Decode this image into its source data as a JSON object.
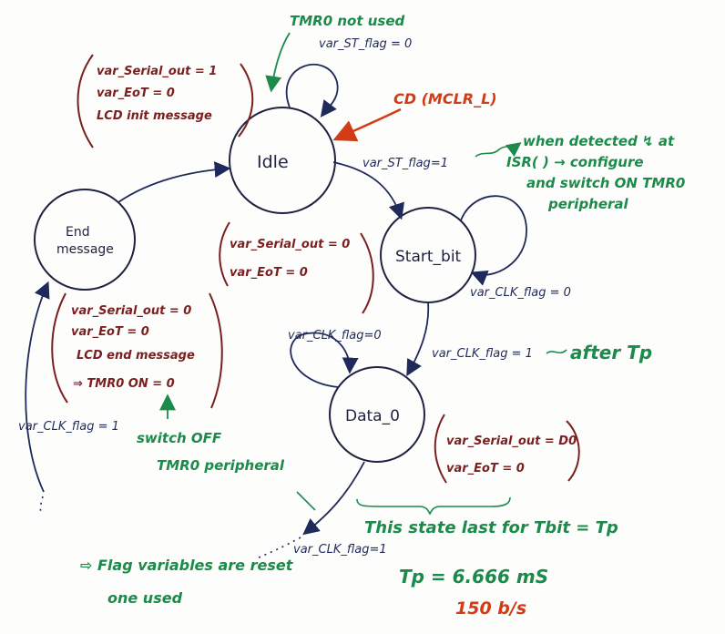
{
  "colors": {
    "ink_navy": "#1f2a5a",
    "ink_maroon": "#7a1f1f",
    "ink_green": "#1c8a4a",
    "ink_red": "#d23b16"
  },
  "states": {
    "idle": "Idle",
    "start_bit": "Start_bit",
    "data_0": "Data_0",
    "end_message_1": "End",
    "end_message_2": "message"
  },
  "transitions": {
    "idle_self": "var_ST_flag = 0",
    "idle_to_start": "var_ST_flag=1",
    "start_self": "var_CLK_flag = 0",
    "start_to_data": "var_CLK_flag = 1",
    "data_self": "var_CLK_flag=0",
    "data_out": "var_CLK_flag=1",
    "to_end": "var_CLK_flag = 1"
  },
  "outputs": {
    "idle": [
      "var_Serial_out = 1",
      "var_EoT = 0",
      "LCD init message"
    ],
    "start_bit": [
      "var_Serial_out = 0",
      "var_EoT = 0"
    ],
    "end_message": [
      "var_Serial_out = 0",
      "var_EoT = 0",
      "LCD end message",
      "⇒ TMR0 ON = 0"
    ],
    "data_0": [
      "var_Serial_out = D0",
      "var_EoT = 0"
    ]
  },
  "notes": {
    "tmr0_not_used": "TMR0 not used",
    "cd": "CD (MCLR_L)",
    "isr_1": "when detected ↯ at",
    "isr_2": "ISR( ) → configure",
    "isr_3": "and switch ON TMR0",
    "isr_4": "peripheral",
    "after_tp": "after Tp",
    "switch_off_1": "switch OFF",
    "switch_off_2": "TMR0 peripheral",
    "state_last": "This state last for Tbit = Tp",
    "flag_reset_1": "⇨ Flag variables are reset",
    "flag_reset_2": "one used",
    "tp_value": "Tp = 6.666 mS",
    "rate": "150 b/s"
  }
}
